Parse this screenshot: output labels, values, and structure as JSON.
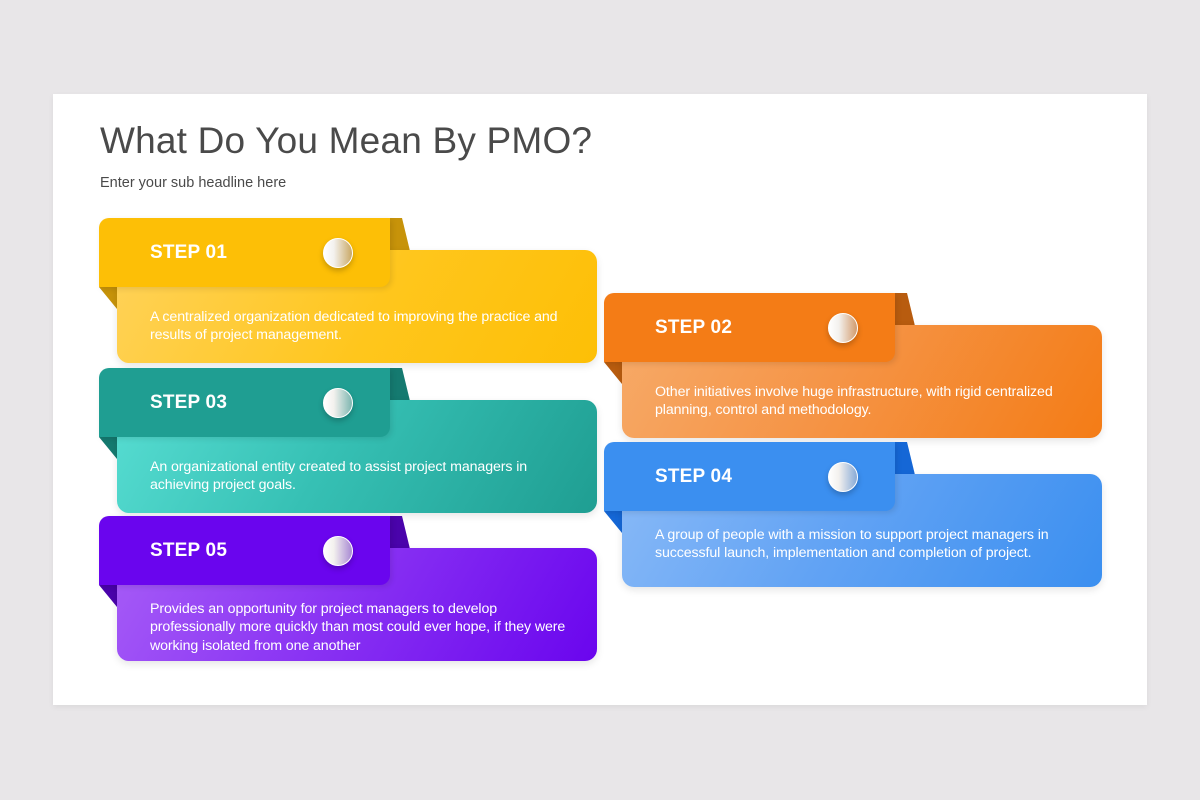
{
  "slide": {
    "title": "What Do You Mean By PMO?",
    "subtitle": "Enter your sub headline here"
  },
  "steps": [
    {
      "label": "STEP 01",
      "text": "A centralized organization dedicated to improving the practice and results of project management.",
      "color": "#fdbf06",
      "icon": "circle-marker-icon"
    },
    {
      "label": "STEP 02",
      "text": "Other initiatives involve huge infrastructure, with rigid centralized planning, control and methodology.",
      "color": "#f47c16",
      "icon": "circle-marker-icon"
    },
    {
      "label": "STEP 03",
      "text": "An organizational entity created to assist project managers in achieving project goals.",
      "color": "#1f9e92",
      "icon": "circle-marker-icon"
    },
    {
      "label": "STEP 04",
      "text": "A group of people with a mission to support project managers in successful launch, implementation and completion of project.",
      "color": "#3b8ff0",
      "icon": "circle-marker-icon"
    },
    {
      "label": "STEP 05",
      "text": "Provides an opportunity for project managers to develop professionally more quickly than most could ever hope, if they were working isolated from one another",
      "color": "#6a05ee",
      "icon": "circle-marker-icon"
    }
  ]
}
